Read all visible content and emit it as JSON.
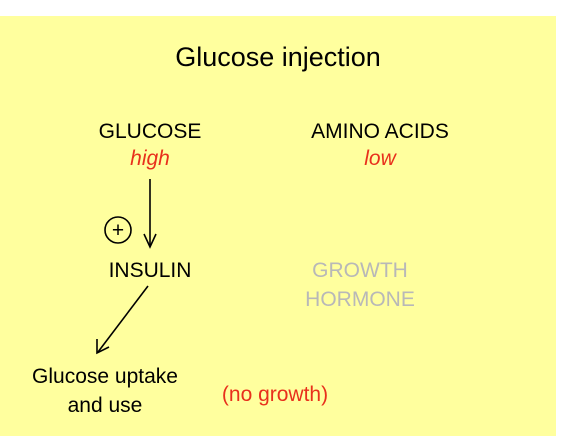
{
  "title": "Glucose injection",
  "nodes": {
    "glucose": {
      "label": "GLUCOSE",
      "level": "high"
    },
    "amino_acids": {
      "label": "AMINO ACIDS",
      "level": "low"
    },
    "insulin": {
      "label": "INSULIN"
    },
    "growth_hormone": {
      "line1": "GROWTH",
      "line2": "HORMONE"
    },
    "glucose_uptake": {
      "line1": "Glucose uptake",
      "line2": "and use"
    }
  },
  "stimulation_symbol": "+",
  "note": "(no growth)",
  "colors": {
    "background": "#ffff9e",
    "accent_red": "#e8301c",
    "inactive_grey": "#b8b8b8",
    "text": "#000000"
  }
}
